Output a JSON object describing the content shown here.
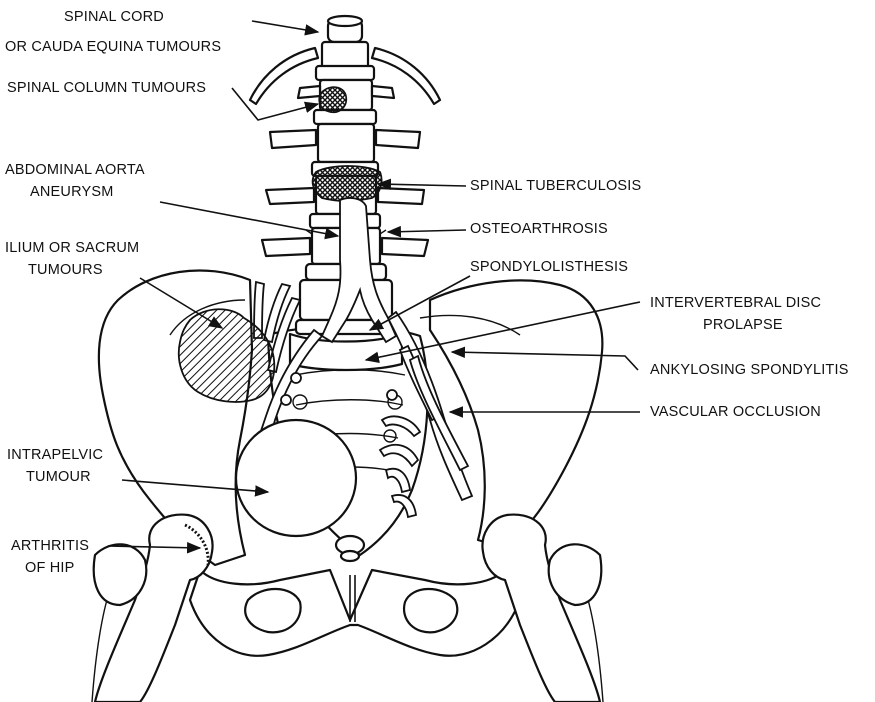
{
  "labels": {
    "spinal_cord_1": "SPINAL CORD",
    "spinal_cord_2": "OR CAUDA EQUINA TUMOURS",
    "spinal_column": "SPINAL COLUMN TUMOURS",
    "aorta_1": "ABDOMINAL AORTA",
    "aorta_2": "ANEURYSM",
    "ilium_1": "ILIUM OR SACRUM",
    "ilium_2": "TUMOURS",
    "intrapelvic_1": "INTRAPELVIC",
    "intrapelvic_2": "TUMOUR",
    "arthritis_1": "ARTHRITIS",
    "arthritis_2": "OF HIP",
    "spinal_tb": "SPINAL TUBERCULOSIS",
    "osteo": "OSTEOARTHROSIS",
    "spondylo": "SPONDYLOLISTHESIS",
    "ivd_1": "INTERVERTEBRAL DISC",
    "ivd_2": "PROLAPSE",
    "ankylosing": "ANKYLOSING SPONDYLITIS",
    "vascular": "VASCULAR OCCLUSION"
  },
  "colors": {
    "ink": "#111111",
    "background": "#ffffff"
  }
}
